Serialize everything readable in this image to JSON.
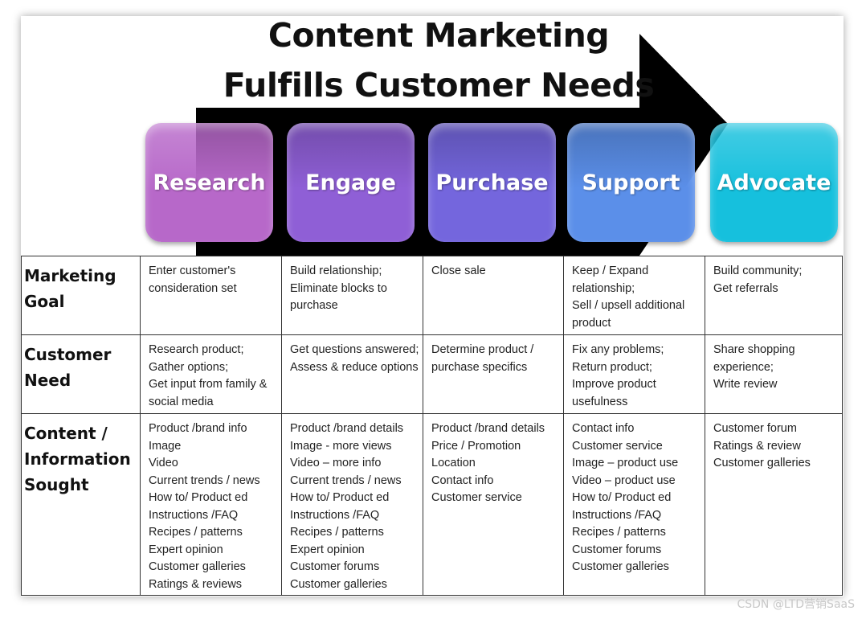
{
  "title": {
    "line1": "Content Marketing",
    "line2": "Fulfills Customer Needs"
  },
  "colors": {
    "arrow": "#000000",
    "research": "#b768c9",
    "engage": "#8f5fd6",
    "purchase": "#7466dd",
    "support": "#5b8fe9",
    "advocate": "#16c0dd"
  },
  "stages": [
    {
      "label": "Research"
    },
    {
      "label": "Engage"
    },
    {
      "label": "Purchase"
    },
    {
      "label": "Support"
    },
    {
      "label": "Advocate"
    }
  ],
  "rows": [
    {
      "header": [
        "Marketing",
        "Goal"
      ],
      "cells": [
        [
          "Enter customer's",
          "consideration set"
        ],
        [
          "Build relationship;",
          "Eliminate blocks to",
          "purchase"
        ],
        [
          "Close sale"
        ],
        [
          "Keep / Expand",
          "relationship;",
          "Sell / upsell additional",
          "product"
        ],
        [
          "Build community;",
          "Get referrals"
        ]
      ]
    },
    {
      "header": [
        "Customer",
        "Need"
      ],
      "cells": [
        [
          "Research product;",
          "Gather options;",
          "Get input from family &",
          "social media"
        ],
        [
          "Get questions answered;",
          "Assess & reduce options"
        ],
        [
          "Determine product /",
          "purchase specifics"
        ],
        [
          "Fix any problems;",
          "Return product;",
          "Improve product",
          "usefulness"
        ],
        [
          "Share shopping",
          "experience;",
          "Write review"
        ]
      ]
    },
    {
      "header": [
        "Content /",
        "Information",
        "Sought"
      ],
      "cells": [
        [
          "Product /brand info",
          "Image",
          "Video",
          "Current trends / news",
          "How to/ Product ed",
          "Instructions /FAQ",
          "Recipes / patterns",
          "Expert opinion",
          "Customer galleries",
          "Ratings & reviews"
        ],
        [
          "Product /brand details",
          "Image  - more views",
          "Video – more info",
          "Current trends / news",
          "How to/ Product ed",
          "Instructions /FAQ",
          "Recipes / patterns",
          "Expert opinion",
          "Customer forums",
          "Customer galleries"
        ],
        [
          "Product /brand details",
          "Price / Promotion",
          "Location",
          "Contact info",
          "Customer service"
        ],
        [
          "Contact info",
          "Customer service",
          "Image – product use",
          "Video – product use",
          "How to/ Product ed",
          "Instructions /FAQ",
          "Recipes / patterns",
          "Customer forums",
          "Customer galleries"
        ],
        [
          "Customer forum",
          "Ratings & review",
          "Customer galleries"
        ]
      ]
    }
  ],
  "watermark": "CSDN @LTD营销SaaS"
}
